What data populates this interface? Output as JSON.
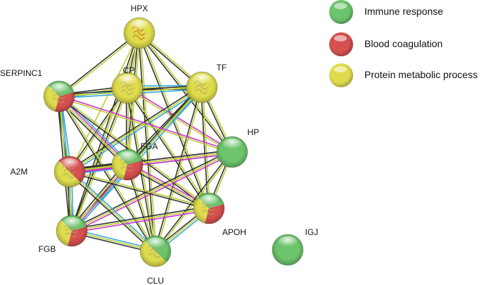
{
  "colors": {
    "immune": "#6cc46c",
    "coagulation": "#d65050",
    "metabolic": "#dedc4c",
    "edge_database": "#33aadd",
    "edge_experimental": "#cc33cc",
    "edge_textmining": "#bbcc33",
    "edge_coexpression": "#333333"
  },
  "legend": [
    {
      "label": "Immune response",
      "color": "#6cc46c"
    },
    {
      "label": "Blood coagulation",
      "color": "#d65050"
    },
    {
      "label": "Protein metabolic process",
      "color": "#dedc4c"
    }
  ],
  "nodes": [
    {
      "id": "HPX",
      "label": "HPX",
      "categories": [
        "metabolic"
      ]
    },
    {
      "id": "CP",
      "label": "CP",
      "categories": [
        "metabolic"
      ]
    },
    {
      "id": "TF",
      "label": "TF",
      "categories": [
        "metabolic"
      ]
    },
    {
      "id": "SERPINC1",
      "label": "SERPINC1",
      "categories": [
        "immune",
        "coagulation",
        "metabolic"
      ]
    },
    {
      "id": "FGA",
      "label": "FGA",
      "categories": [
        "immune",
        "coagulation",
        "metabolic"
      ]
    },
    {
      "id": "HP",
      "label": "HP",
      "categories": [
        "immune"
      ]
    },
    {
      "id": "A2M",
      "label": "A2M",
      "categories": [
        "coagulation",
        "metabolic"
      ]
    },
    {
      "id": "APOH",
      "label": "APOH",
      "categories": [
        "immune",
        "coagulation",
        "metabolic"
      ]
    },
    {
      "id": "FGB",
      "label": "FGB",
      "categories": [
        "immune",
        "coagulation",
        "metabolic"
      ]
    },
    {
      "id": "CLU",
      "label": "CLU",
      "categories": [
        "immune",
        "metabolic"
      ]
    },
    {
      "id": "IGJ",
      "label": "IGJ",
      "categories": [
        "immune"
      ]
    }
  ],
  "edges": [
    {
      "source": "HPX",
      "target": "CP",
      "types": [
        "textmining",
        "coexpression"
      ]
    },
    {
      "source": "HPX",
      "target": "TF",
      "types": [
        "textmining",
        "coexpression"
      ]
    },
    {
      "source": "HPX",
      "target": "SERPINC1",
      "types": [
        "textmining",
        "coexpression"
      ]
    },
    {
      "source": "HPX",
      "target": "FGA",
      "types": [
        "textmining",
        "coexpression"
      ]
    },
    {
      "source": "HPX",
      "target": "HP",
      "types": [
        "textmining",
        "coexpression"
      ]
    },
    {
      "source": "HPX",
      "target": "A2M",
      "types": [
        "textmining"
      ]
    },
    {
      "source": "HPX",
      "target": "APOH",
      "types": [
        "textmining",
        "coexpression"
      ]
    },
    {
      "source": "HPX",
      "target": "FGB",
      "types": [
        "textmining",
        "coexpression"
      ]
    },
    {
      "source": "HPX",
      "target": "CLU",
      "types": [
        "textmining",
        "coexpression"
      ]
    },
    {
      "source": "CP",
      "target": "TF",
      "types": [
        "database",
        "textmining",
        "coexpression"
      ]
    },
    {
      "source": "CP",
      "target": "SERPINC1",
      "types": [
        "database",
        "textmining",
        "coexpression"
      ]
    },
    {
      "source": "CP",
      "target": "FGA",
      "types": [
        "textmining",
        "coexpression"
      ]
    },
    {
      "source": "CP",
      "target": "HP",
      "types": [
        "experimental",
        "textmining"
      ]
    },
    {
      "source": "CP",
      "target": "A2M",
      "types": [
        "textmining",
        "coexpression"
      ]
    },
    {
      "source": "CP",
      "target": "APOH",
      "types": [
        "textmining",
        "coexpression"
      ]
    },
    {
      "source": "CP",
      "target": "FGB",
      "types": [
        "textmining",
        "coexpression"
      ]
    },
    {
      "source": "CP",
      "target": "CLU",
      "types": [
        "textmining",
        "coexpression"
      ]
    },
    {
      "source": "TF",
      "target": "SERPINC1",
      "types": [
        "database",
        "textmining",
        "coexpression"
      ]
    },
    {
      "source": "TF",
      "target": "FGA",
      "types": [
        "database",
        "textmining",
        "coexpression"
      ]
    },
    {
      "source": "TF",
      "target": "HP",
      "types": [
        "textmining",
        "coexpression"
      ]
    },
    {
      "source": "TF",
      "target": "A2M",
      "types": [
        "database",
        "textmining",
        "coexpression"
      ]
    },
    {
      "source": "TF",
      "target": "APOH",
      "types": [
        "textmining",
        "coexpression"
      ]
    },
    {
      "source": "TF",
      "target": "FGB",
      "types": [
        "database",
        "textmining",
        "coexpression"
      ]
    },
    {
      "source": "TF",
      "target": "CLU",
      "types": [
        "textmining",
        "coexpression"
      ]
    },
    {
      "source": "SERPINC1",
      "target": "FGA",
      "types": [
        "experimental",
        "database",
        "textmining",
        "coexpression"
      ]
    },
    {
      "source": "SERPINC1",
      "target": "HP",
      "types": [
        "experimental",
        "textmining"
      ]
    },
    {
      "source": "SERPINC1",
      "target": "A2M",
      "types": [
        "database",
        "textmining",
        "coexpression"
      ]
    },
    {
      "source": "SERPINC1",
      "target": "APOH",
      "types": [
        "textmining",
        "coexpression"
      ]
    },
    {
      "source": "SERPINC1",
      "target": "FGB",
      "types": [
        "database",
        "textmining",
        "coexpression"
      ]
    },
    {
      "source": "SERPINC1",
      "target": "CLU",
      "types": [
        "textmining",
        "coexpression"
      ]
    },
    {
      "source": "FGA",
      "target": "HP",
      "types": [
        "experimental",
        "textmining",
        "coexpression"
      ]
    },
    {
      "source": "FGA",
      "target": "A2M",
      "types": [
        "experimental",
        "database",
        "textmining",
        "coexpression"
      ]
    },
    {
      "source": "FGA",
      "target": "APOH",
      "types": [
        "experimental",
        "textmining",
        "coexpression"
      ]
    },
    {
      "source": "FGA",
      "target": "FGB",
      "types": [
        "experimental",
        "database",
        "textmining",
        "coexpression"
      ]
    },
    {
      "source": "FGA",
      "target": "CLU",
      "types": [
        "textmining",
        "coexpression"
      ]
    },
    {
      "source": "HP",
      "target": "A2M",
      "types": [
        "experimental",
        "textmining",
        "coexpression"
      ]
    },
    {
      "source": "HP",
      "target": "APOH",
      "types": [
        "textmining",
        "coexpression"
      ]
    },
    {
      "source": "HP",
      "target": "FGB",
      "types": [
        "experimental",
        "textmining",
        "coexpression"
      ]
    },
    {
      "source": "HP",
      "target": "CLU",
      "types": [
        "textmining",
        "coexpression"
      ]
    },
    {
      "source": "A2M",
      "target": "APOH",
      "types": [
        "textmining",
        "coexpression"
      ]
    },
    {
      "source": "A2M",
      "target": "FGB",
      "types": [
        "database",
        "textmining",
        "coexpression"
      ]
    },
    {
      "source": "A2M",
      "target": "CLU",
      "types": [
        "database",
        "textmining",
        "coexpression"
      ]
    },
    {
      "source": "APOH",
      "target": "FGB",
      "types": [
        "experimental",
        "textmining",
        "coexpression"
      ]
    },
    {
      "source": "APOH",
      "target": "CLU",
      "types": [
        "database",
        "textmining",
        "coexpression"
      ]
    },
    {
      "source": "FGB",
      "target": "CLU",
      "types": [
        "database",
        "textmining",
        "coexpression"
      ]
    }
  ]
}
